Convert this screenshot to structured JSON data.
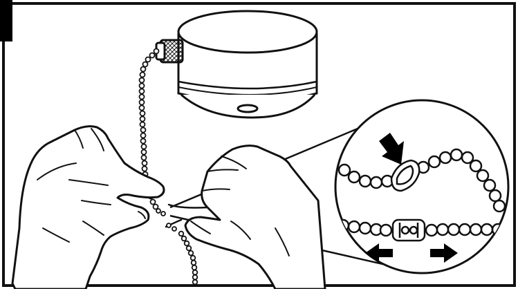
{
  "figure": {
    "kind": "instructional-line-drawing",
    "parts": [
      "ceiling-fan-switch-housing",
      "pull-chain",
      "left-hand",
      "right-hand",
      "magnifier-callout",
      "chain-connector",
      "down-arrow-icon",
      "left-arrow-icon",
      "right-arrow-icon"
    ],
    "colors": {
      "ink": "#111111",
      "paper": "#ffffff",
      "tab": "#000000"
    }
  }
}
